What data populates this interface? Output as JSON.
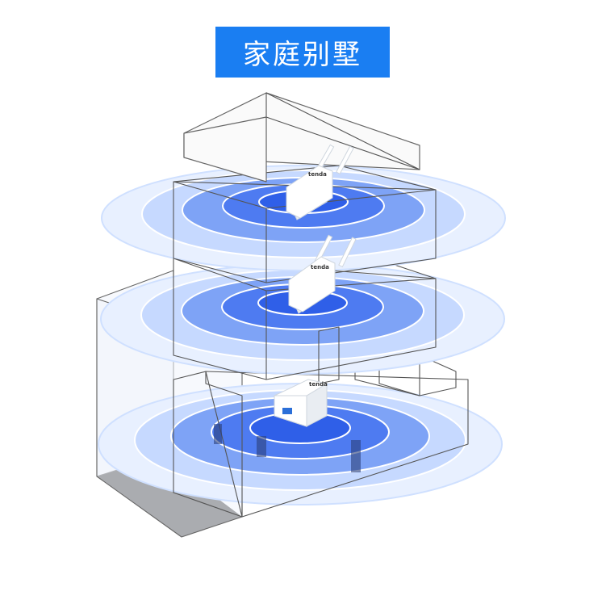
{
  "title": "家庭别墅",
  "colors": {
    "banner": "#1a7ef2",
    "banner_text": "#ffffff",
    "ring_outer": "#e6efff",
    "ring_mid": "#c9dcff",
    "ring_inner": "#6f97f5",
    "ring_core": "#3e6cf0"
  },
  "devices": [
    {
      "kind": "antenna-extender",
      "brand": "tenda"
    },
    {
      "kind": "antenna-extender",
      "brand": "tenda"
    },
    {
      "kind": "powerline-adapter",
      "brand": "tenda"
    }
  ]
}
